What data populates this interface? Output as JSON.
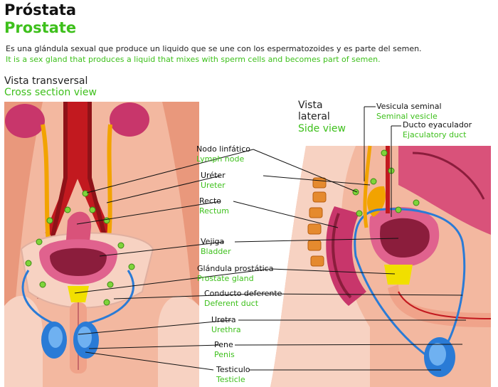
{
  "title": {
    "es": "Próstata",
    "en": "Prostate"
  },
  "description": {
    "es": "Es una glándula sexual que produce un liquido que se une con los espermatozoides y es parte del semen.",
    "en": "It is a sex gland that produces a liquid that mixes with sperm cells and becomes part of semen."
  },
  "views": {
    "cross": {
      "es": "Vista transversal",
      "en": "Cross section view"
    },
    "side": {
      "es_line1": "Vista",
      "es_line2": "lateral",
      "en": "Side view"
    }
  },
  "labels": {
    "lymph_node": {
      "es": "Nodo linfático",
      "en": "Lymph node"
    },
    "ureter": {
      "es": "Uréter",
      "en": "Ureter"
    },
    "rectum": {
      "es": "Recto",
      "en": "Rectum"
    },
    "bladder": {
      "es": "Vejiga",
      "en": "Bladder"
    },
    "prostate_gland": {
      "es": "Glándula prostática",
      "en": "Prostate gland"
    },
    "deferent_duct": {
      "es": "Conducto deferente",
      "en": "Deferent duct"
    },
    "urethra": {
      "es": "Uretra",
      "en": "Urethra"
    },
    "penis": {
      "es": "Pene",
      "en": "Penis"
    },
    "testicle": {
      "es": "Testiculo",
      "en": "Testicle"
    },
    "seminal_vesicle": {
      "es": "Vesicula seminal",
      "en": "Seminal vesicle"
    },
    "ejaculatory_duct": {
      "es": "Ducto eyaculador",
      "en": "Ejaculatory duct"
    }
  },
  "colors": {
    "accent_green": "#3ec01c",
    "skin": "#f3b8a0",
    "artery": "#c2191f",
    "bladder": "#d9527a",
    "prostate": "#f1df00",
    "duct": "#2a7bd6"
  }
}
